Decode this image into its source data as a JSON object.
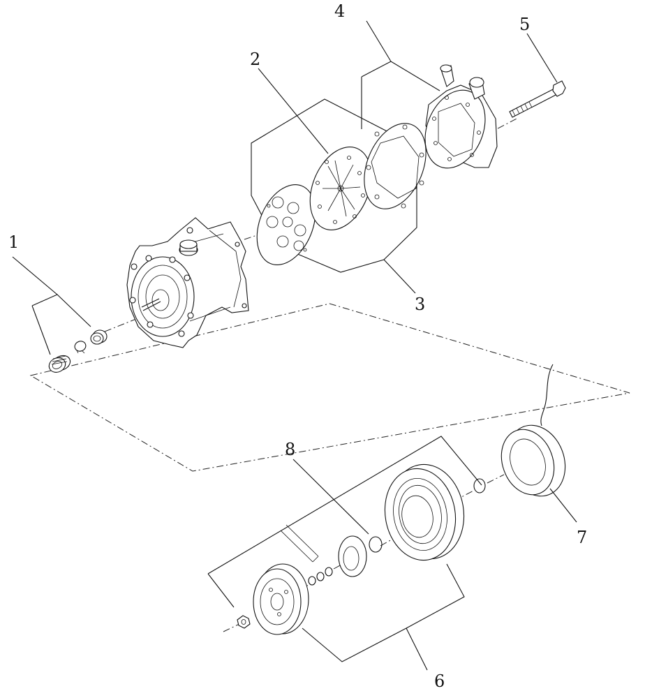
{
  "diagram": {
    "callouts": [
      "1",
      "2",
      "3",
      "4",
      "5",
      "6",
      "7",
      "8"
    ]
  }
}
